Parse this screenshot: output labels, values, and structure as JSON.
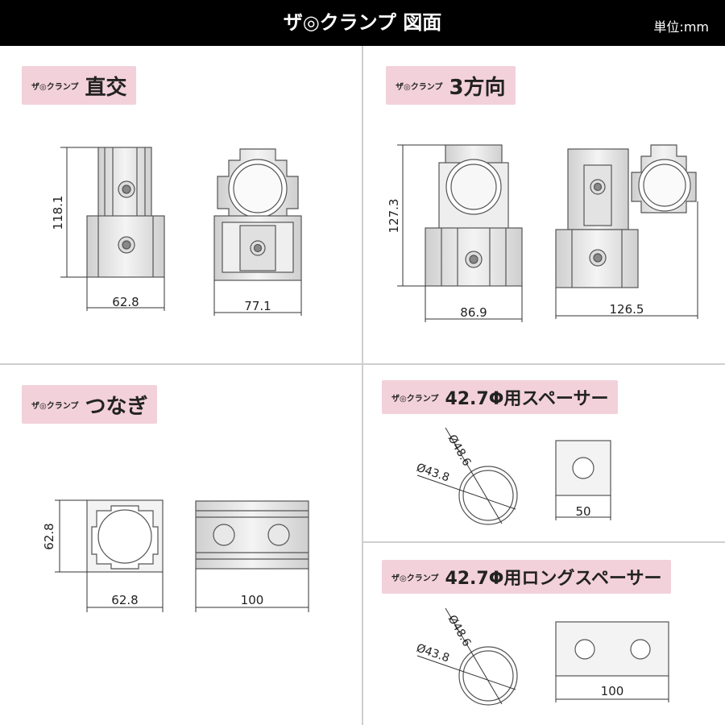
{
  "header": {
    "title": "ザ◎クランプ 図面",
    "unit": "単位:mm"
  },
  "panels": {
    "chokko": {
      "prefix": "ザ◎クランプ",
      "name": "直交",
      "dims": [
        "118.1",
        "62.8",
        "77.1"
      ]
    },
    "sanhoukou": {
      "prefix": "ザ◎クランプ",
      "name": "3方向",
      "dims": [
        "127.3",
        "86.9",
        "126.5"
      ]
    },
    "tsunagi": {
      "prefix": "ザ◎クランプ",
      "name": "つなぎ",
      "dims": [
        "62.8",
        "62.8",
        "100"
      ]
    },
    "spacer": {
      "prefix": "ザ◎クランプ",
      "name": "42.7Φ用スペーサー",
      "dims": [
        "Ø48.6",
        "Ø43.8",
        "50"
      ]
    },
    "long_spacer": {
      "prefix": "ザ◎クランプ",
      "name": "42.7Φ用ロングスペーサー",
      "dims": [
        "Ø48.6",
        "Ø43.8",
        "100"
      ]
    }
  },
  "colors": {
    "header_bg": "#000000",
    "label_bg": "#f2d1db",
    "divider": "#cfcfcf",
    "part_fill": "#e4e4e4"
  }
}
